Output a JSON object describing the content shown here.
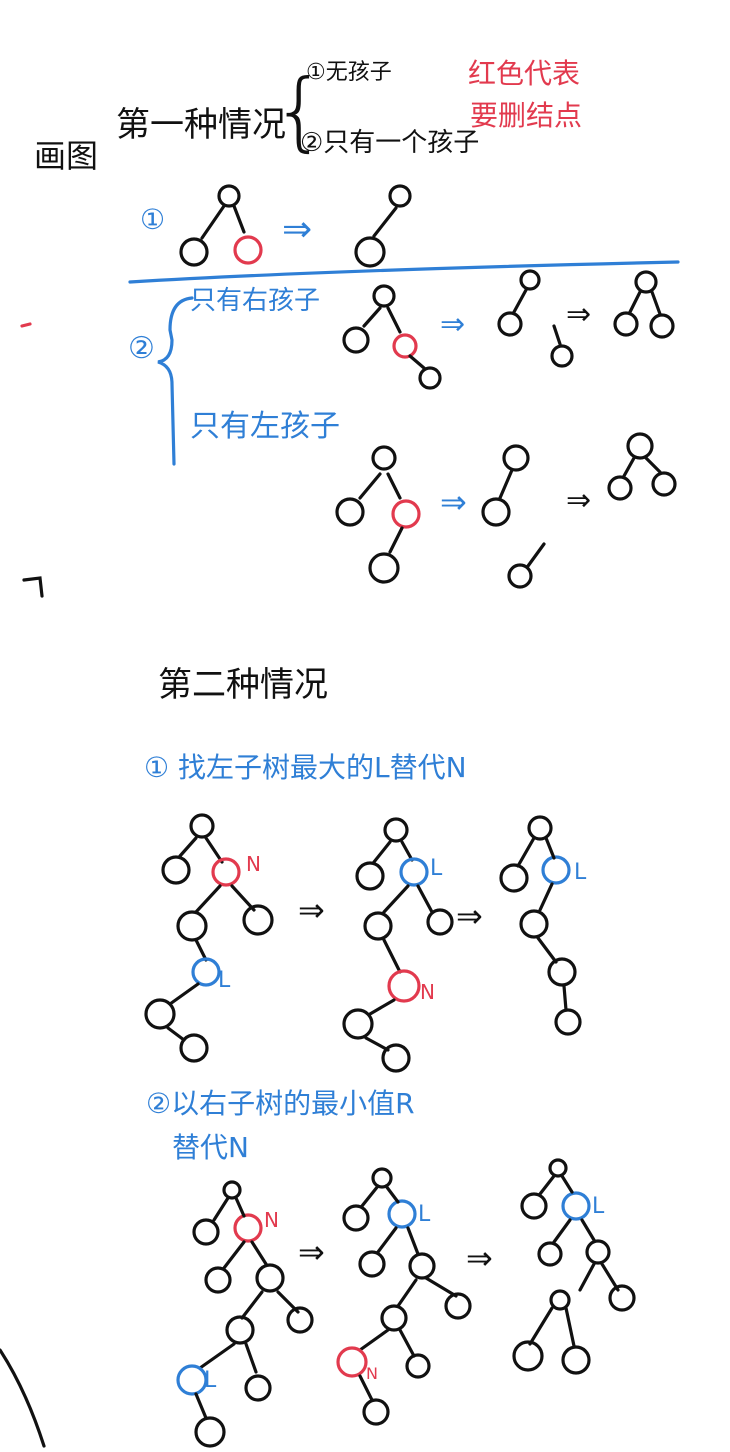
{
  "colors": {
    "ink": "#111111",
    "blue": "#2f7fd6",
    "red": "#e23a4e"
  },
  "header": {
    "draw_label": "画图",
    "case1_title": "第一种情况",
    "case1_sub1": "①无孩子",
    "case1_sub2": "②只有一个孩子",
    "legend_line1": "红色代表",
    "legend_line2": "要删结点"
  },
  "case1": {
    "num1": "①",
    "num2": "②",
    "only_right_child": "只有右孩子",
    "only_left_child": "只有左孩子"
  },
  "case2": {
    "title": "第二种情况",
    "method1": "① 找左子树最大的L替代N",
    "method2_line1": "②以右子树的最小值R",
    "method2_line2": "替代N"
  },
  "labels": {
    "N": "N",
    "L": "L"
  },
  "arrow": "⇒"
}
